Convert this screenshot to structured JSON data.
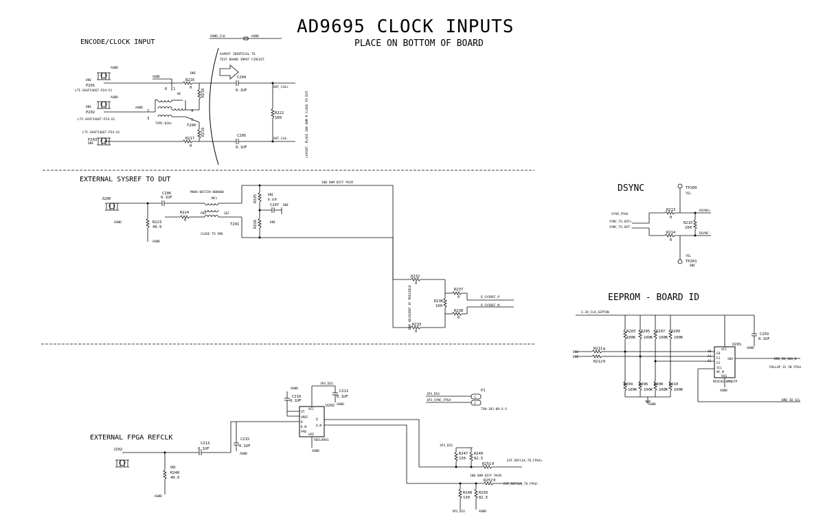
{
  "title": "AD9695 CLOCK INPUTS",
  "subtitle": "PLACE ON BOTTOM OF BOARD",
  "sections": {
    "encode": "ENCODE/CLOCK INPUT",
    "sysref": "EXTERNAL SYSREF TO DUT",
    "dsync": "DSYNC",
    "eeprom": "EEPROM - BOARD ID",
    "fpga": "EXTERNAL FPGA REFCLK"
  },
  "encode": {
    "agnd_clk_a": "AGND_CLK",
    "agnd_clk_b": "AGND",
    "note1": "ALMOST IDENTICAL TO",
    "note2": "TEST BOARD INPUT CIRCUIT",
    "note_vertical": "LAYOUT: PLACE 100 OHM R CLOSE TO DUT",
    "p201": "P201",
    "p201_part": "LTI-SASF546GT-P24-X1",
    "p202": "P202",
    "p202_part": "LTI-SASF546GT-P24-X1",
    "p203": "P203",
    "p203_part": "LTI-SASF546GT-P24-X1",
    "r216": "R216",
    "r216_val": "0",
    "r217": "R217",
    "r217_val": "0",
    "r218": "R218",
    "r219": "R219",
    "c204": "C204",
    "c204_val": "0.1UF",
    "c205": "C205",
    "c205_val": "0.1UF",
    "r222": "R222",
    "r222_val": "100",
    "t200": "T200",
    "t200_part": "TCM1-83X+",
    "dut_clk_p": "DUT_CLK+",
    "dut_clk_n": "DUT_CLK-",
    "dni": "DNI",
    "nc": "NC",
    "agnd": "AGND",
    "pin1": "1",
    "pin2": "2",
    "pin3": "3",
    "pin4": "4",
    "pin5": "5",
    "pin6": "6"
  },
  "sysref": {
    "j200": "J200",
    "c206": "C206",
    "c206_val": "0.1UF",
    "r223": "R223",
    "r223_val": "49.9",
    "r224": "R224",
    "r224_val": "0",
    "t201": "T201",
    "t201_part": "MABA-007159-000000",
    "nc": "(NC)",
    "pri": "PRI",
    "sec": "SEC",
    "close_to_sma": "CLOSE TO SMA",
    "r225": "R225",
    "r226": "R226",
    "c207": "C207",
    "c207_val": "0.1UF",
    "dni": "DNI",
    "diff_pair": "100 OHM DIFF PAIR",
    "r232": "R232",
    "r232_val": "0",
    "r233": "R233",
    "r233_val": "0",
    "r236": "R236",
    "r236_val": "100",
    "r237": "R237",
    "r237_val": "0",
    "r238": "R238",
    "r238_val": "0",
    "sysref_p": "D_SYSREF_P",
    "sysref_n": "D_SYSREF_N",
    "note_vertical": "DNP ADJACENT IF POSSIBLE",
    "agnd": "AGND"
  },
  "dsync": {
    "tp200": "TP200",
    "tp201": "TP201",
    "yel": "YEL",
    "sync_fpga": "SYSR_FPGA",
    "sync_to_out_p": "SYNC_TO_OUT+",
    "sync_to_out_n": "SYNC_TO_OUT-",
    "r213": "R213",
    "r213_val": "0",
    "r214": "R214",
    "r214_val": "0",
    "r215": "R215",
    "r215_val": "100",
    "dsync_p": "DSYNC+",
    "dsync_n": "DSYNC-",
    "dni": "DNI"
  },
  "eeprom": {
    "net": "3.3V_CLK_EEPTON",
    "r203": "R203",
    "r205": "R205",
    "r207": "R207",
    "r209": "R209",
    "r204": "R204",
    "r206": "R206",
    "r208": "R208",
    "r210": "R210",
    "val_100k": "100K",
    "r211": "R211",
    "r212": "R212",
    "r_val": "0",
    "u201": "U201",
    "u201_part": "M24C02-WMN6TP",
    "c203": "C203",
    "c203_val": "0.1UF",
    "pin_vcc": "VCC",
    "pin_e0": "E0",
    "pin_e1": "E1",
    "pin_e2": "E2",
    "pin_scl": "SCL",
    "pin_wc": "WC_N",
    "pin_vss": "VSS",
    "pin_sda": "SDA",
    "pin_a0": "A0",
    "pin_a1": "A1",
    "pin_a2": "A2",
    "sda_net": "BRD_ID_SDA_B",
    "pullup": "PULLUP IS IN FPGA",
    "scl_net": "BRD_ID_SCL",
    "dni": "DNI",
    "agnd": "AGND"
  },
  "fpga": {
    "u202": "U202",
    "u202_part": "ADCLK901",
    "c210": "C210",
    "c210_val": "0.1UF",
    "c211": "C211",
    "c211_val": "0.1UF",
    "pin_vt": "VT",
    "pin_vref": "VREF",
    "pin_d": "D",
    "pin_dn": "D_N",
    "pin_pad": "PAD",
    "pin_vcc": "VCC",
    "pin_vee": "VEE",
    "pin_q": "Q",
    "pin_qn": "Q_N",
    "net_3v3": "3P3_DIG",
    "j202": "J202",
    "c213": "C213",
    "c213_val": "0.1UF",
    "c215": "C215",
    "c215_val": "0.1UF",
    "r240": "R240",
    "r240_val": "49.9",
    "p1": "P1",
    "p1_part": "TSW-102-08-G-S",
    "p1_net1": "3P3_DIG",
    "p1_net2": "3P3_SYNC_FPGA",
    "r247": "R247",
    "r247_val": "130",
    "r249": "R249",
    "r249_val": "82.5",
    "r248": "R248",
    "r248_val": "130",
    "r250": "R250",
    "r250_val": "82.5",
    "r251": "R251",
    "r251_val": "0",
    "r252": "R252",
    "r252_val": "0",
    "refclk_p": "EXT_REFCLK_TO_FPGA+",
    "refclk_n": "EXT_REFCLK_TO_FPGA-",
    "diff_pair": "100 OHM DIFF PAIR",
    "agnd": "AGND",
    "dni": "DNI"
  }
}
